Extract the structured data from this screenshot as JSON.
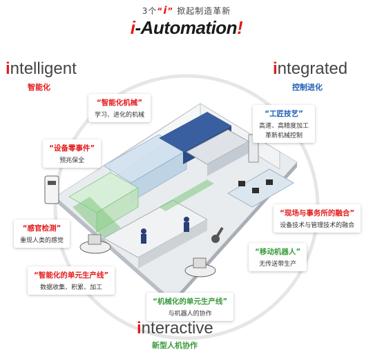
{
  "header": {
    "line_prefix": "3个",
    "quote_open": "“",
    "quote_i": "i",
    "quote_close": "”",
    "line_suffix": "掀起制造革新",
    "brand_prefix": "i",
    "brand_main": "-Automation",
    "brand_mark": "!"
  },
  "pillars": {
    "intelligent": {
      "first": "i",
      "rest": "ntelligent",
      "sub": "智能化"
    },
    "integrated": {
      "first": "i",
      "rest": "ntegrated",
      "sub": "控制进化"
    },
    "interactive": {
      "first": "i",
      "rest": "nteractive",
      "sub": "新型人机协作"
    }
  },
  "callouts": {
    "smart_machine": {
      "title": "“智能化机械”",
      "desc": "学习、进化的机械"
    },
    "craft": {
      "title": "“工匠技艺”",
      "desc1": "高速、高精度加工",
      "desc2": "革新机械控制"
    },
    "equipment": {
      "title": "“设备零事件”",
      "desc": "预兆保全"
    },
    "sensing": {
      "title": "“感官检测”",
      "desc": "重现人类的感觉"
    },
    "fusion": {
      "title": "“现场与事务所的融合”",
      "desc": "设备技术与管理技术的融合"
    },
    "mobile_robot": {
      "title": "“移动机器人”",
      "desc": "无传送带生产"
    },
    "smart_cell": {
      "title": "“智能化的单元生产线”",
      "desc": "数据收集、积累、加工"
    },
    "mech_cell": {
      "title": "“机械化的单元生产线”",
      "desc": "与机器人的协作"
    }
  },
  "colors": {
    "red": "#e41a1a",
    "blue": "#1e5db6",
    "green": "#3b9a3b",
    "floor": "#e9ecef",
    "glass": "#cfe0ee"
  }
}
